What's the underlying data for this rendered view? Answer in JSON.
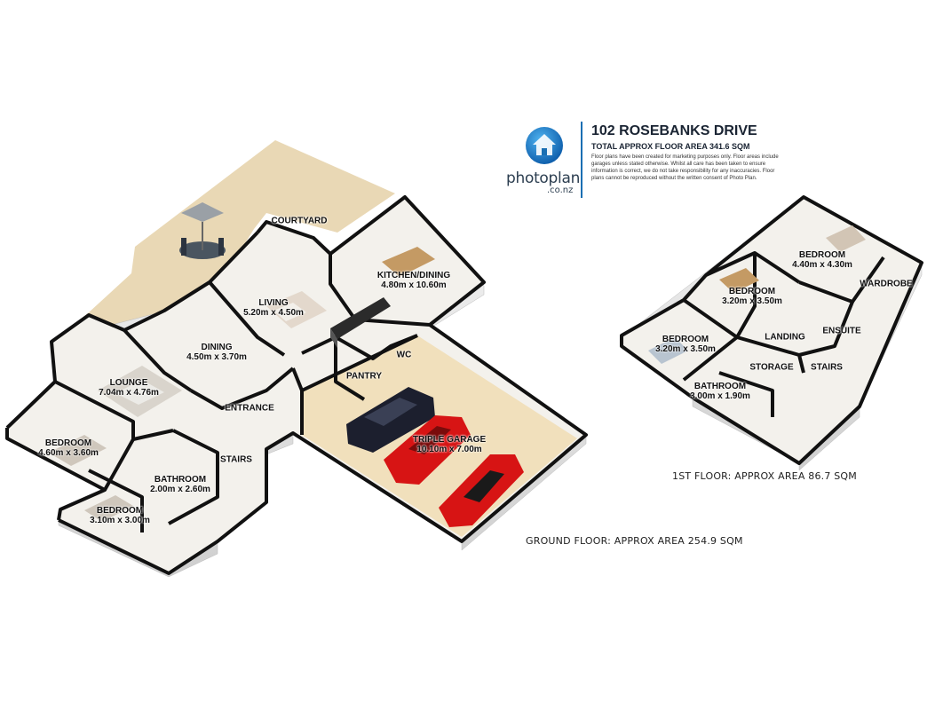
{
  "branding": {
    "logo_word": "photoplan",
    "logo_sub": ".co.nz",
    "address": "102 ROSEBANKS DRIVE",
    "total_area": "TOTAL APPROX  FLOOR AREA 341.6 SQM",
    "disclaimer": "Floor plans have been created for marketing purposes only. Floor areas include garages unless stated otherwise. Whilst all care has been taken to ensure information is correct, we do not take responsibility for any inaccuracies. Floor plans cannot be reproduced without the written consent of Photo Plan.",
    "accent_color": "#1a6fb3"
  },
  "ground_floor": {
    "caption": "GROUND FLOOR: APPROX AREA 254.9 SQM",
    "rooms": {
      "courtyard": {
        "name": "COURTYARD"
      },
      "kitchen_dining": {
        "name": "KITCHEN/DINING",
        "dims": "4.80m x 10.60m"
      },
      "living": {
        "name": "LIVING",
        "dims": "5.20m x 4.50m"
      },
      "dining": {
        "name": "DINING",
        "dims": "4.50m x 3.70m"
      },
      "lounge": {
        "name": "LOUNGE",
        "dims": "7.04m x 4.76m"
      },
      "wc": {
        "name": "WC"
      },
      "pantry": {
        "name": "PANTRY"
      },
      "entrance": {
        "name": "ENTRANCE"
      },
      "triple_garage": {
        "name": "TRIPLE GARAGE",
        "dims": "10.10m x 7.00m"
      },
      "bedroom_1": {
        "name": "BEDROOM",
        "dims": "4.60m x 3.60m"
      },
      "stairs": {
        "name": "STAIRS"
      },
      "bathroom": {
        "name": "BATHROOM",
        "dims": "2.00m x 2.60m"
      },
      "bedroom_2": {
        "name": "BEDROOM",
        "dims": "3.10m x 3.00m"
      }
    }
  },
  "first_floor": {
    "caption": "1ST FLOOR: APPROX AREA 86.7 SQM",
    "rooms": {
      "bedroom_main": {
        "name": "BEDROOM",
        "dims": "4.40m x 4.30m"
      },
      "wardrobe": {
        "name": "WARDROBE"
      },
      "bedroom_mid": {
        "name": "BEDROOM",
        "dims": "3.20m x 3.50m"
      },
      "ensuite": {
        "name": "ENSUITE"
      },
      "landing": {
        "name": "LANDING"
      },
      "bedroom_left": {
        "name": "BEDROOM",
        "dims": "3.20m x 3.50m"
      },
      "storage": {
        "name": "STORAGE"
      },
      "stairs": {
        "name": "STAIRS"
      },
      "bathroom": {
        "name": "BATHROOM",
        "dims": "3.00m x 1.90m"
      }
    }
  },
  "colors": {
    "outdoor_deck": "#e9d8b5",
    "floor": "#f4f2ee",
    "garage_floor": "#f2e2bf",
    "wall_top": "#111111",
    "wall_face": "#dcdcdc",
    "car_red": "#d71414",
    "car_black": "#1c1f2e"
  }
}
